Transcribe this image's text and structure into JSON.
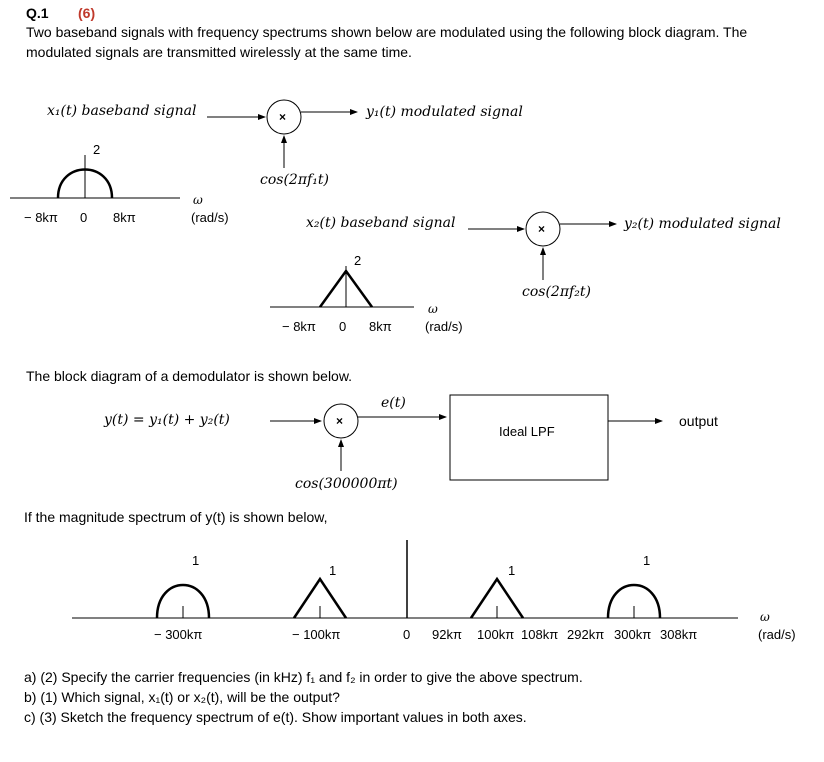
{
  "header": {
    "question": "Q.1",
    "marks": "(6)",
    "marks_color": "#c0392b"
  },
  "intro": {
    "line1": "Two baseband signals with frequency spectrums shown below are modulated using the following block diagram. The",
    "line2": "modulated signals are transmitted wirelessly at the same time."
  },
  "mod1": {
    "input": "x₁(t)  baseband signal",
    "output": "y₁(t)  modulated signal",
    "carrier": "cos(2πf₁t)",
    "mult": "×",
    "spec_peak": "2",
    "tick_neg": "− 8kπ",
    "tick_zero": "0",
    "tick_pos": "8kπ",
    "axis_symbol": "ω",
    "axis_unit": "(rad/s)"
  },
  "mod2": {
    "input": "x₂(t)  baseband signal",
    "output": "y₂(t)  modulated signal",
    "carrier": "cos(2πf₂t)",
    "mult": "×",
    "spec_peak": "2",
    "tick_neg": "− 8kπ",
    "tick_zero": "0",
    "tick_pos": "8kπ",
    "axis_symbol": "ω",
    "axis_unit": "(rad/s)"
  },
  "demod": {
    "intro": "The block diagram of a demodulator is shown below.",
    "input": "y(t) = y₁(t) + y₂(t)",
    "mult": "×",
    "carrier": "cos(300000πt)",
    "node": "e(t)",
    "filter": "Ideal LPF",
    "output": "output"
  },
  "spectrum": {
    "intro": "If the magnitude spectrum of y(t) is shown below,",
    "peaks": [
      "1",
      "1",
      "1",
      "1"
    ],
    "ticks": [
      "− 300kπ",
      "− 100kπ",
      "0",
      "92kπ",
      "100kπ",
      "108kπ",
      "292kπ",
      "300kπ",
      "308kπ"
    ],
    "axis_symbol": "ω",
    "axis_unit": "(rad/s)"
  },
  "questions": [
    "a) (2) Specify the carrier frequencies (in kHz) f₁ and f₂ in order to give the above spectrum.",
    "b) (1) Which signal, x₁(t) or x₂(t), will be the output?",
    "c) (3) Sketch the frequency spectrum of e(t). Show important values in both axes."
  ]
}
